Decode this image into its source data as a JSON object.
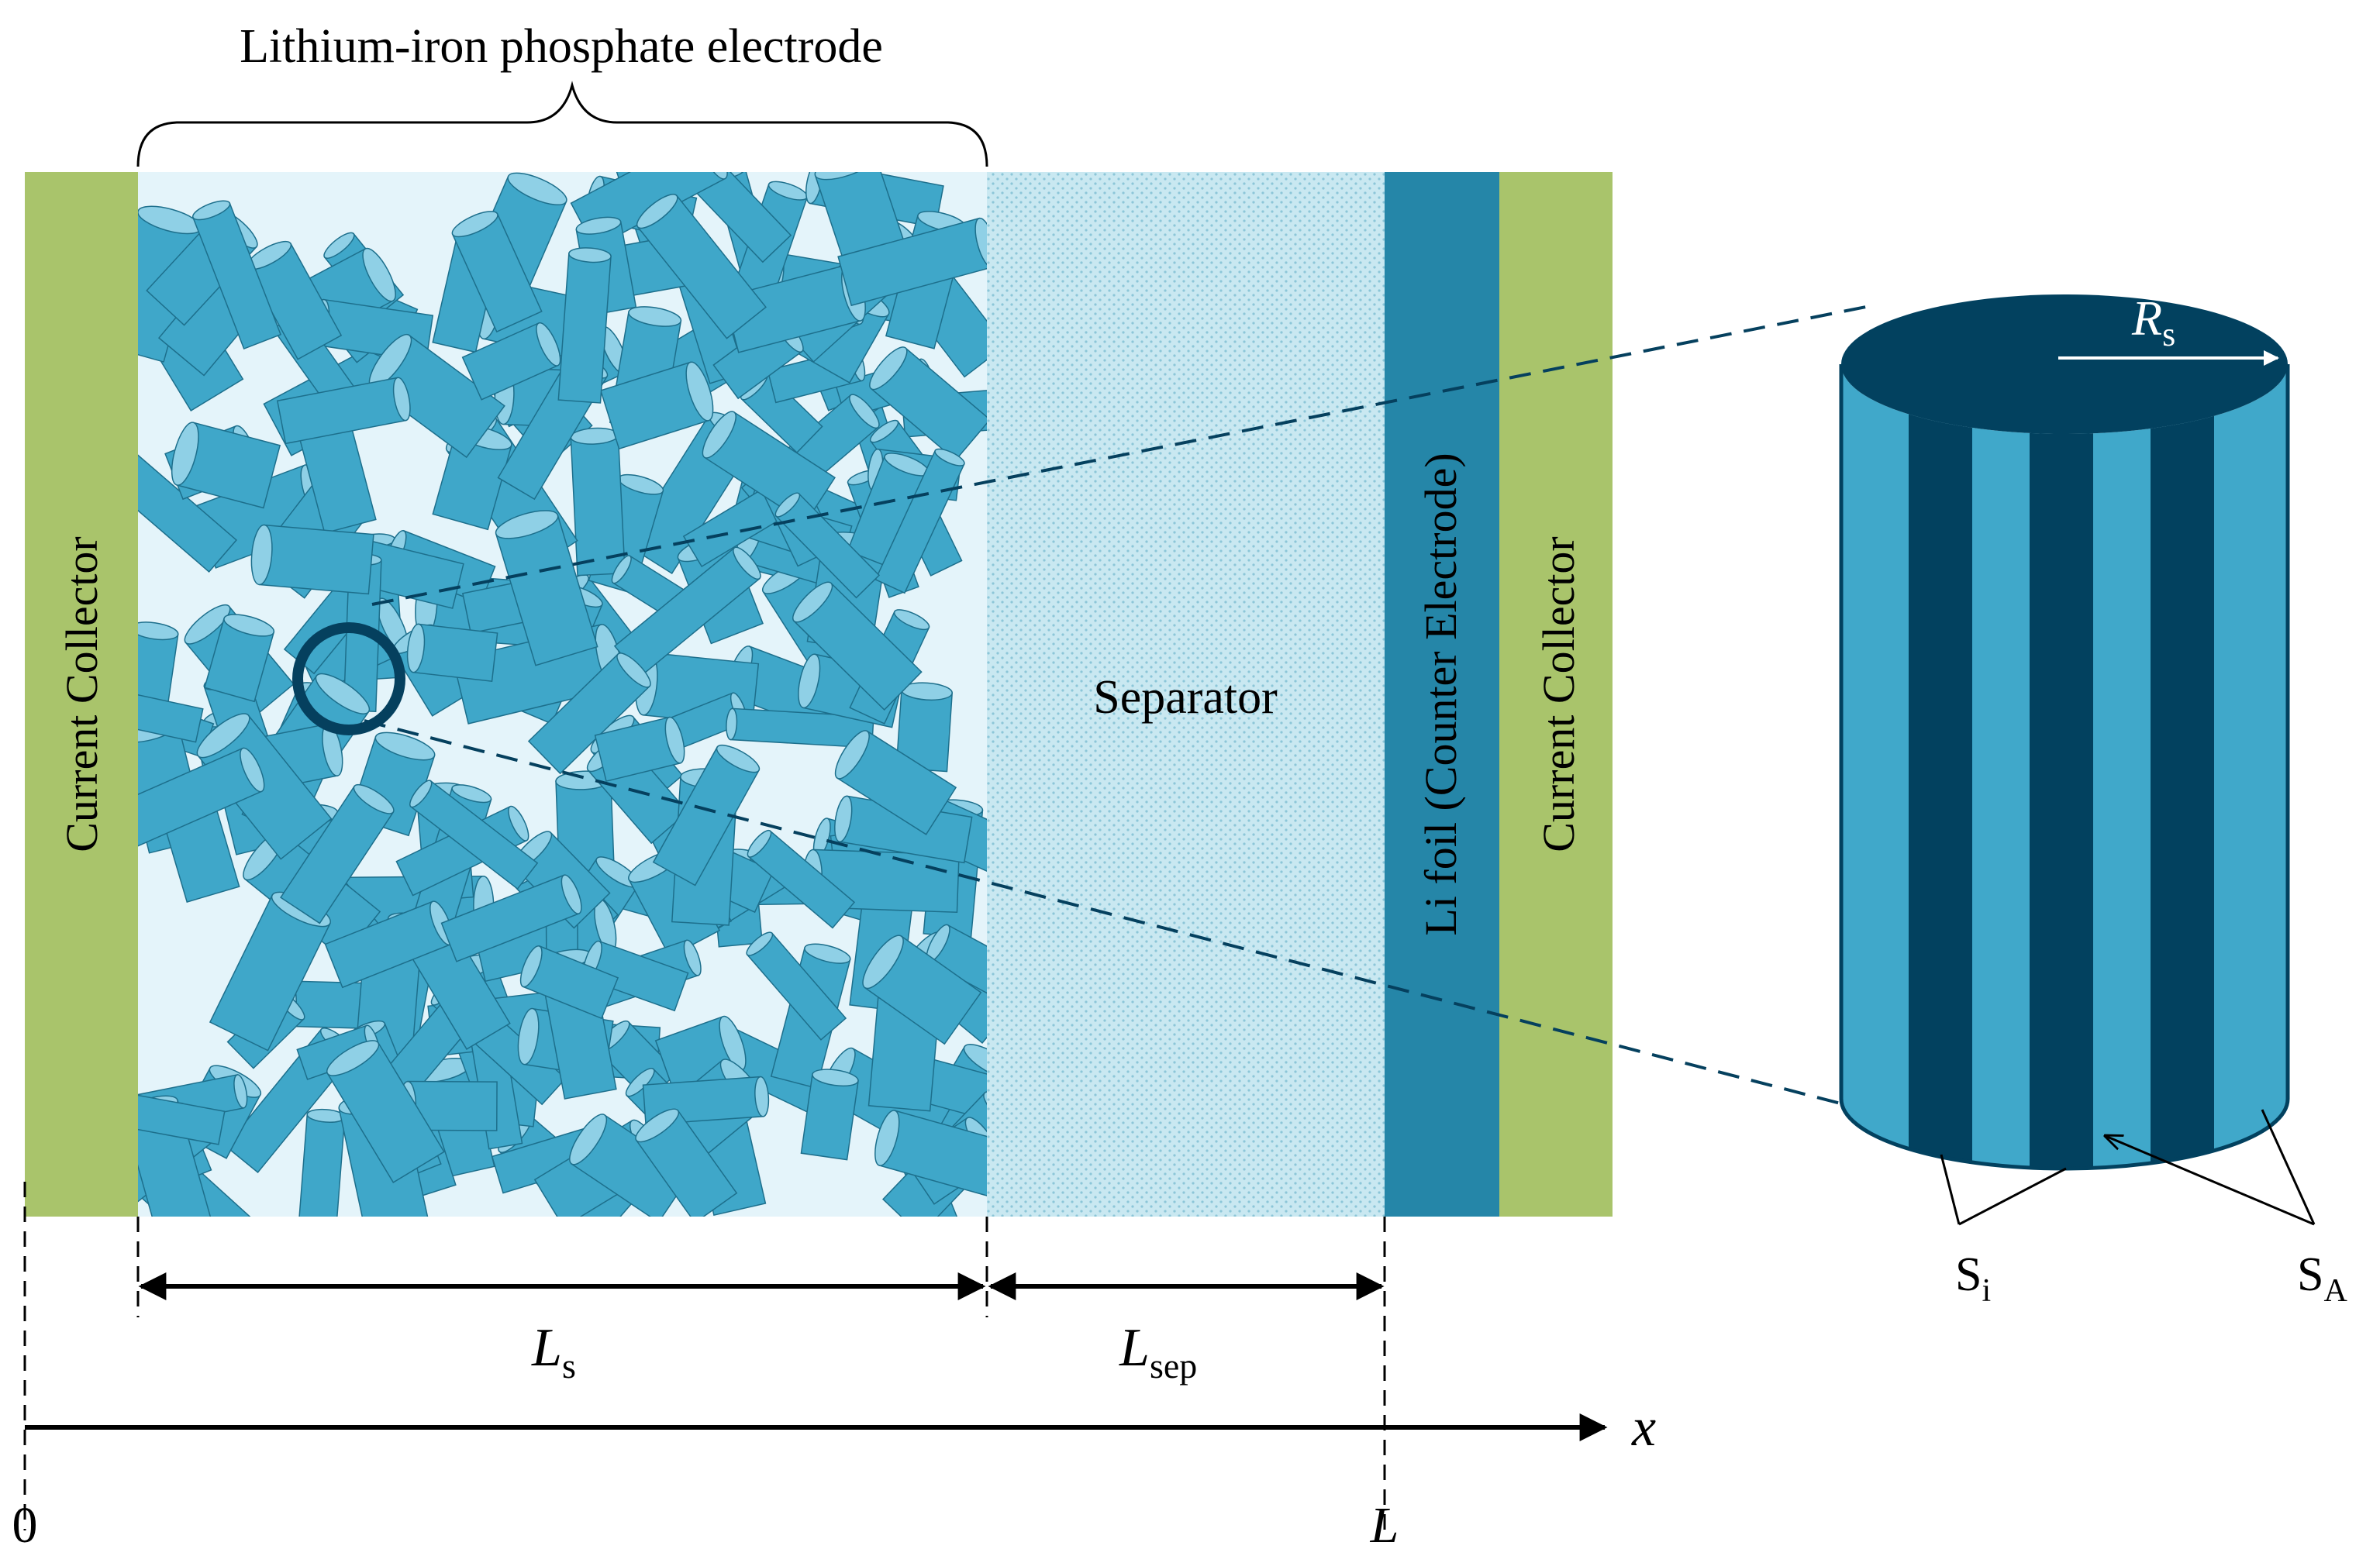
{
  "labels": {
    "electrode_brace": "Lithium-iron phosphate electrode",
    "left_collector": "Current Collector",
    "right_collector": "Current Collector",
    "separator": "Separator",
    "li_foil": "Li foil (Counter Electrode)",
    "ls_main": "L",
    "ls_sub": "s",
    "lsep_main": "L",
    "lsep_sub": "sep",
    "x_axis": "x",
    "origin": "0",
    "end": "L",
    "rs_main": "R",
    "rs_sub": "s",
    "si_main": "S",
    "si_sub": "i",
    "sa_main": "S",
    "sa_sub": "A"
  },
  "colors": {
    "collector": "#a9c46b",
    "electrode_bg": "#e4f4fa",
    "separator_bg": "#c9e8f1",
    "li_foil": "#2586a8",
    "particle": "#3fa7c9",
    "particle_top": "#8fd0e6",
    "dark_stripe": "#02415f",
    "light_stripe": "#40a8ca"
  }
}
